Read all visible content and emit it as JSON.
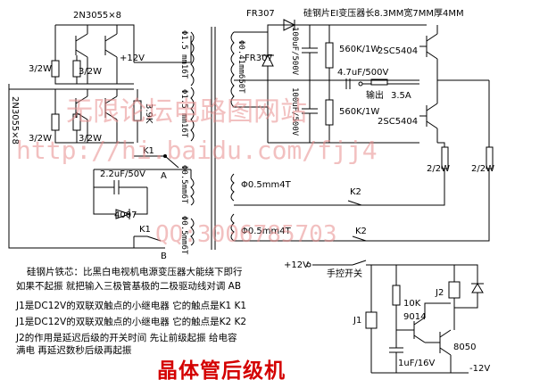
{
  "labels": {
    "q_top": "2N3055×8",
    "q_left": "2N3055×8",
    "r32_a": "3/2W",
    "r32_b": "3/2W",
    "r32_c": "3/2W",
    "r32_d": "3/2W",
    "v12": "+12V",
    "r39k": "3.9K",
    "k1": "K1",
    "a": "A",
    "cap22": "2.2uF/50V",
    "d4007": "4007",
    "k1b": "K1",
    "b": "B",
    "w1": "Φ1.5 mm16T",
    "w2": "Φ1.5 mm16T",
    "w3": "Φ0.5mm6T",
    "w4": "Φ0.5mm6T",
    "w_hv": "Φ0.41mm650T",
    "fr307a": "FR307",
    "transformer_title": "硅钢片EI变压器长8.3MM宽7MM厚4MM",
    "fr307b": "FR307",
    "c100a": "100uF/500V",
    "c100b": "100uF/500V",
    "r560a": "560K/1W",
    "r560b": "560K/1W",
    "sc_a": "2SC5404",
    "sc_b": "2SC5404",
    "c47": "4.7uF/500V",
    "out": "输出",
    "fuse": "3.5A",
    "r22a": "2/2W",
    "r22b": "2/2W",
    "w5": "Φ0.5mm4T",
    "w6": "Φ0.5mm4T",
    "k2a": "K2",
    "k2b": "K2",
    "v12b": "+12V",
    "switch": "手控开关",
    "r10k": "10K",
    "j1": "J1",
    "j2": "J2",
    "q9014": "9014",
    "q8050": "8050",
    "c1u": "1uF/16V",
    "vneg": "-12V"
  },
  "notes": [
    "硅钢片铁芯：比黑白电视机电源变压器大能绕下即行",
    "如果不起振 就把输入三极管基极的二极驱动线对调 AB",
    "J1是DC12V的双联双触点的小继电器 它的触点是K1 K1",
    "J1是DC12V的双联双触点的小继电器 它的触点是K2 K2",
    "J2的作用是延迟后级的开关时间 先让前级起振 给电容",
    "满电 再延迟数秒后级再起振"
  ],
  "title": "晶体管后级机",
  "watermarks": {
    "site": "无限论坛电路图网站",
    "url": "http://hi.baidu.com/fjj4",
    "qq": "QQ:3006785703"
  },
  "colors": {
    "ink": "#000000",
    "title": "#d40000",
    "watermark": "#e88c8c"
  }
}
